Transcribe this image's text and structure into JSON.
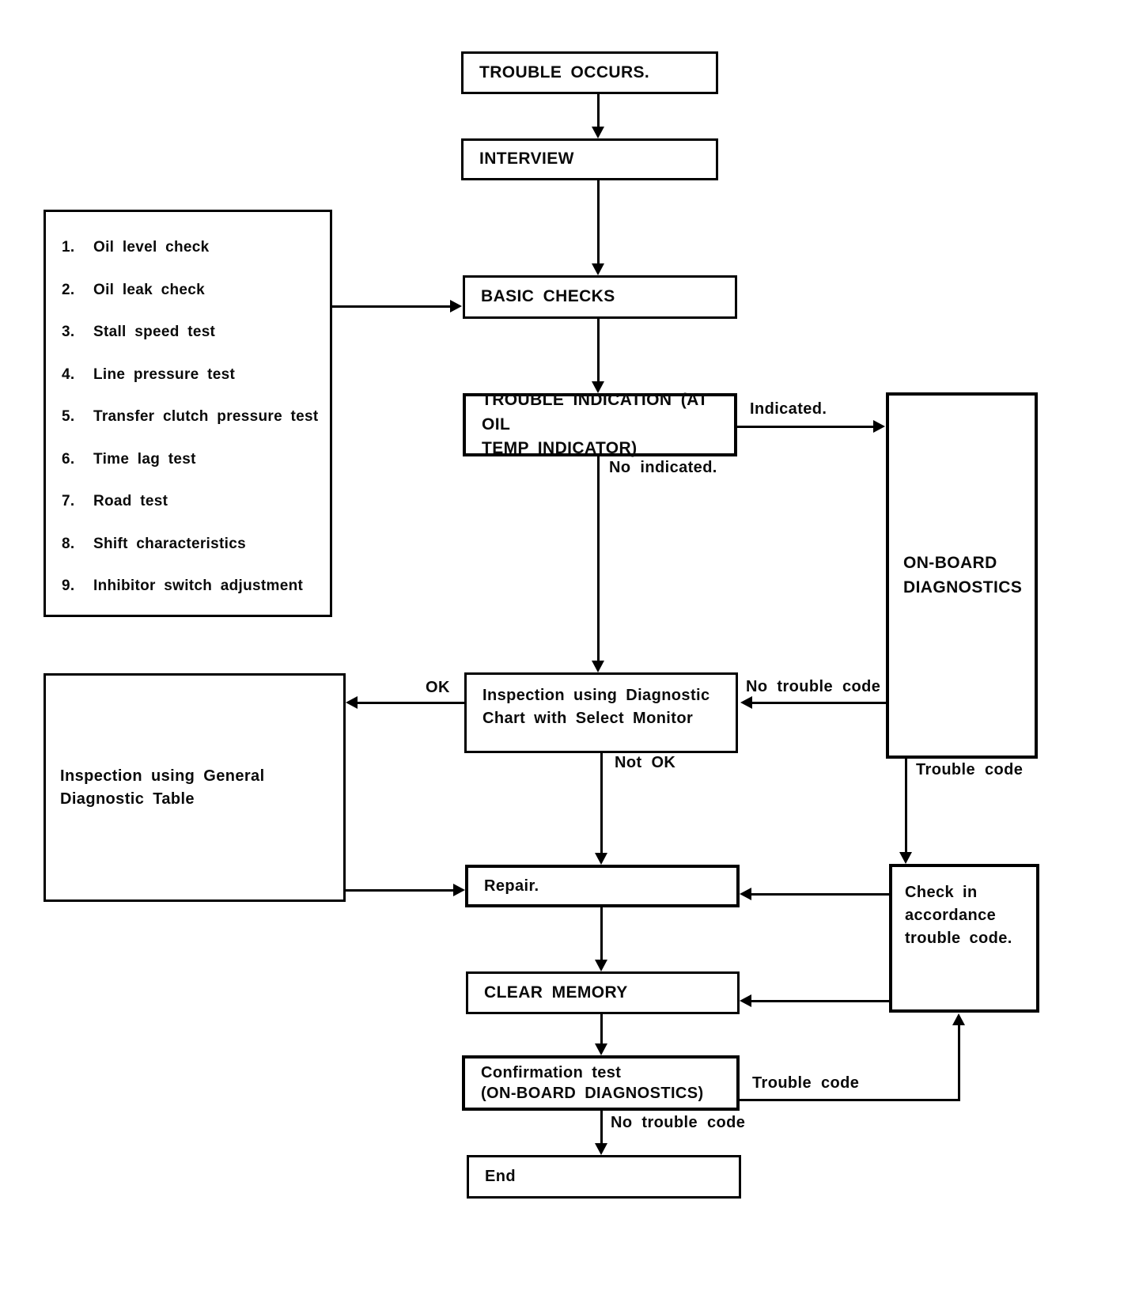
{
  "nodes": {
    "trouble_occurs": {
      "label": "TROUBLE OCCURS."
    },
    "interview": {
      "label": "INTERVIEW"
    },
    "basic_checks": {
      "label": "BASIC CHECKS"
    },
    "trouble_indication": {
      "lines": [
        "TROUBLE INDICATION (AT OIL",
        "TEMP INDICATOR)"
      ]
    },
    "onboard_diagnostics": {
      "lines": [
        "ON-BOARD",
        "DIAGNOSTICS"
      ]
    },
    "inspection_select_monitor": {
      "lines": [
        "Inspection using Diagnostic",
        "Chart with Select Monitor"
      ]
    },
    "general_diagnostic_table": {
      "lines": [
        "Inspection using General",
        "Diagnostic Table"
      ]
    },
    "repair": {
      "label": "Repair."
    },
    "check_accordance": {
      "lines": [
        "Check in",
        "accordance",
        "trouble code."
      ]
    },
    "clear_memory": {
      "label": "CLEAR MEMORY"
    },
    "confirmation_test": {
      "lines": [
        "Confirmation test",
        "(ON-BOARD DIAGNOSTICS)"
      ]
    },
    "end": {
      "label": "End"
    }
  },
  "basic_checks_list": {
    "items": [
      {
        "num": "1.",
        "text": "Oil level check"
      },
      {
        "num": "2.",
        "text": "Oil leak check"
      },
      {
        "num": "3.",
        "text": "Stall speed test"
      },
      {
        "num": "4.",
        "text": "Line pressure test"
      },
      {
        "num": "5.",
        "text": "Transfer clutch pressure test"
      },
      {
        "num": "6.",
        "text": "Time lag test"
      },
      {
        "num": "7.",
        "text": "Road test"
      },
      {
        "num": "8.",
        "text": "Shift characteristics"
      },
      {
        "num": "9.",
        "text": "Inhibitor switch adjustment"
      }
    ]
  },
  "edge_labels": {
    "indicated": "Indicated.",
    "no_indicated": "No indicated.",
    "ok": "OK",
    "not_ok": "Not OK",
    "no_trouble_code_from_obd": "No trouble code",
    "trouble_code_from_obd": "Trouble code",
    "trouble_code_from_confirmation": "Trouble code",
    "no_trouble_code_to_end": "No trouble code"
  },
  "colors": {
    "line_color": "#000000",
    "background": "#ffffff"
  }
}
